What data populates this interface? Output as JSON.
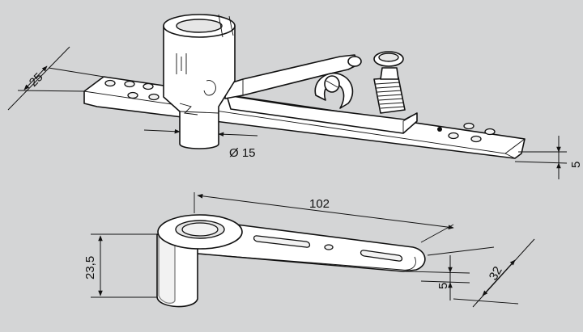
{
  "figure": {
    "background": "#d4d5d6",
    "ink": "#111111",
    "dimensions": {
      "top_width": "25",
      "top_diameter": "Ø 15",
      "top_plate_thickness": "5",
      "bottom_length": "102",
      "bottom_height": "23,5",
      "bottom_plate_thickness": "5",
      "bottom_width": "32"
    }
  }
}
